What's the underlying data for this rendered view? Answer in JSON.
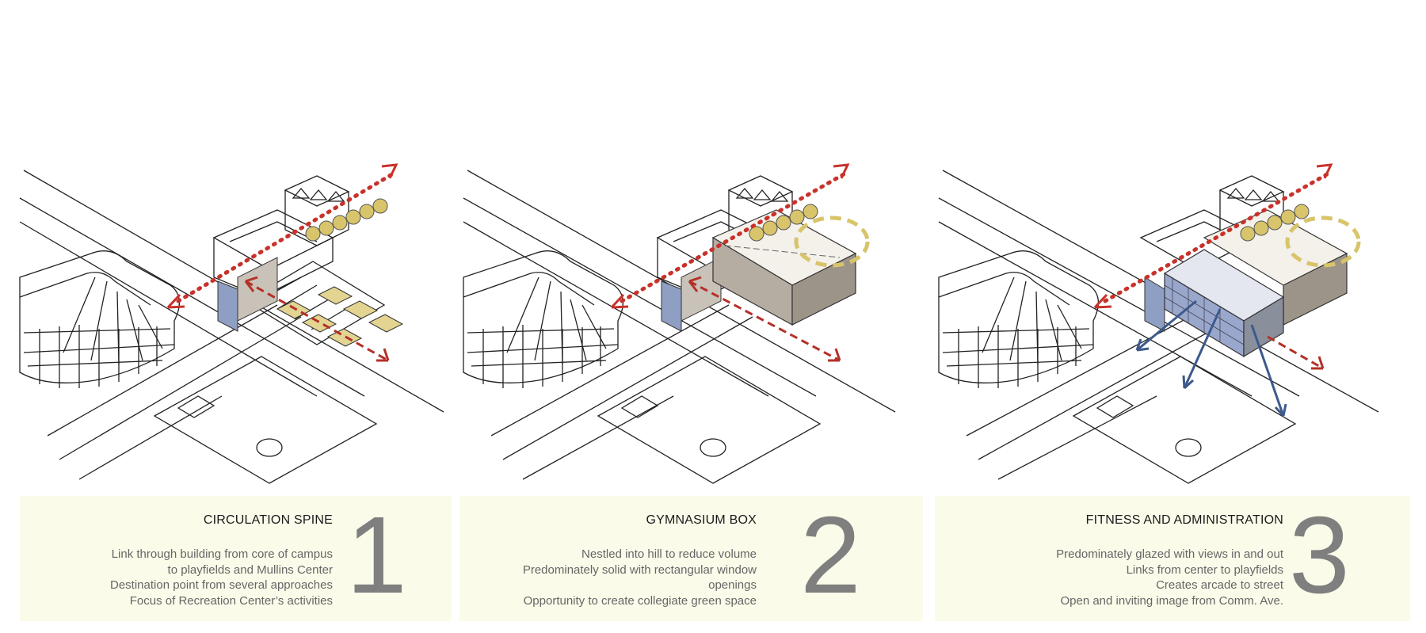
{
  "panels": [
    {
      "title": "CIRCULATION SPINE",
      "number": "1",
      "lines": [
        "Link through building from core of campus",
        "to playfields and Mullins Center",
        "Destination point from several approaches",
        "Focus of Recreation Center’s activities"
      ]
    },
    {
      "title": "GYMNASIUM BOX",
      "number": "2",
      "lines": [
        "Nestled into hill to reduce volume",
        "Predominately solid with rectangular window",
        "openings",
        "Opportunity to create collegiate green space"
      ]
    },
    {
      "title": "FITNESS AND ADMINISTRATION",
      "number": "3",
      "lines": [
        "Predominately glazed with views in and out",
        "Links from center to playfields",
        "Creates arcade to street",
        "Open and inviting image from Comm. Ave."
      ]
    }
  ],
  "colors": {
    "panel_bg": "#fbfbea",
    "number": "#7f7f7f",
    "circulation_red": "#c8322a",
    "tree_yellow": "#d8c46a",
    "arrow_blue": "#3d5a8c"
  }
}
